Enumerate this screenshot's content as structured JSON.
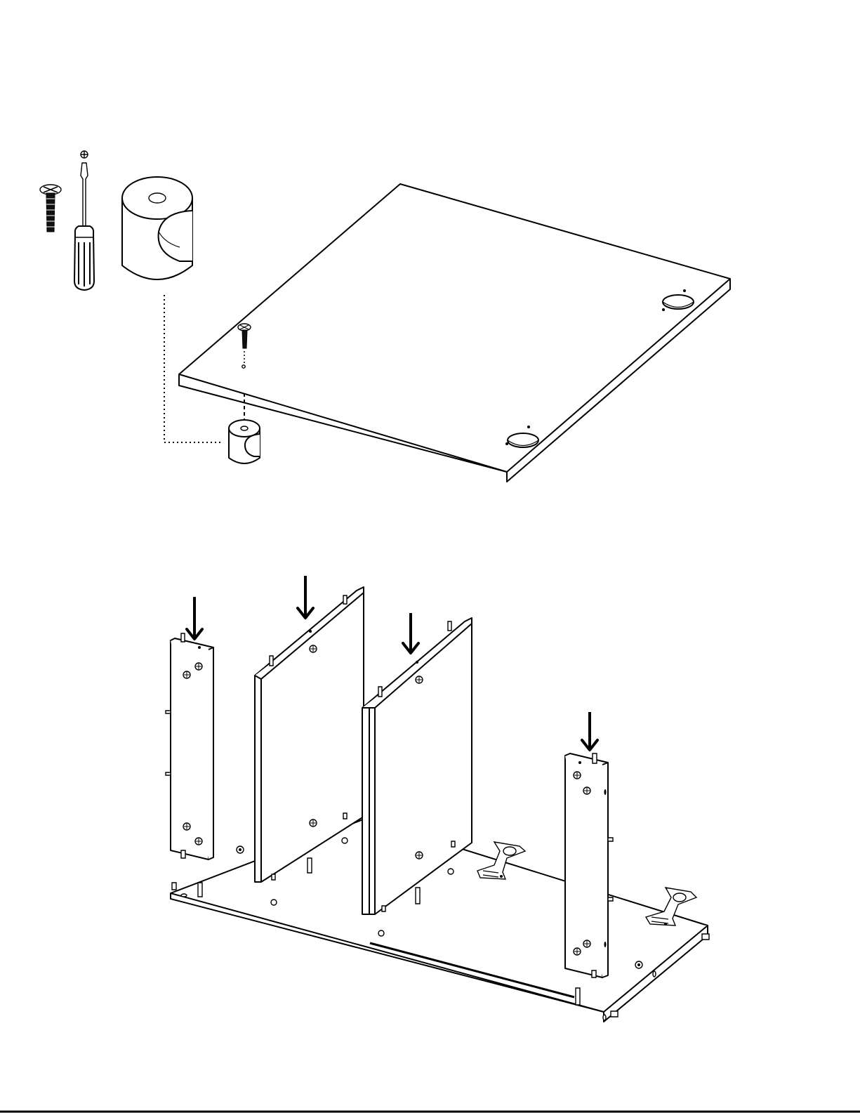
{
  "diagram": {
    "step_1": {
      "parts": [
        "screw-icon",
        "screwdriver-icon",
        "knob-icon"
      ],
      "target": "top-panel"
    },
    "step_2": {
      "parts": [
        "left-side-panel",
        "center-panel-left",
        "center-panel-right",
        "right-side-panel",
        "base-panel",
        "hinge-icon"
      ],
      "arrow_count": 4
    },
    "colors": {
      "line": "#000000",
      "background": "#ffffff",
      "fill": "#ffffff"
    }
  }
}
